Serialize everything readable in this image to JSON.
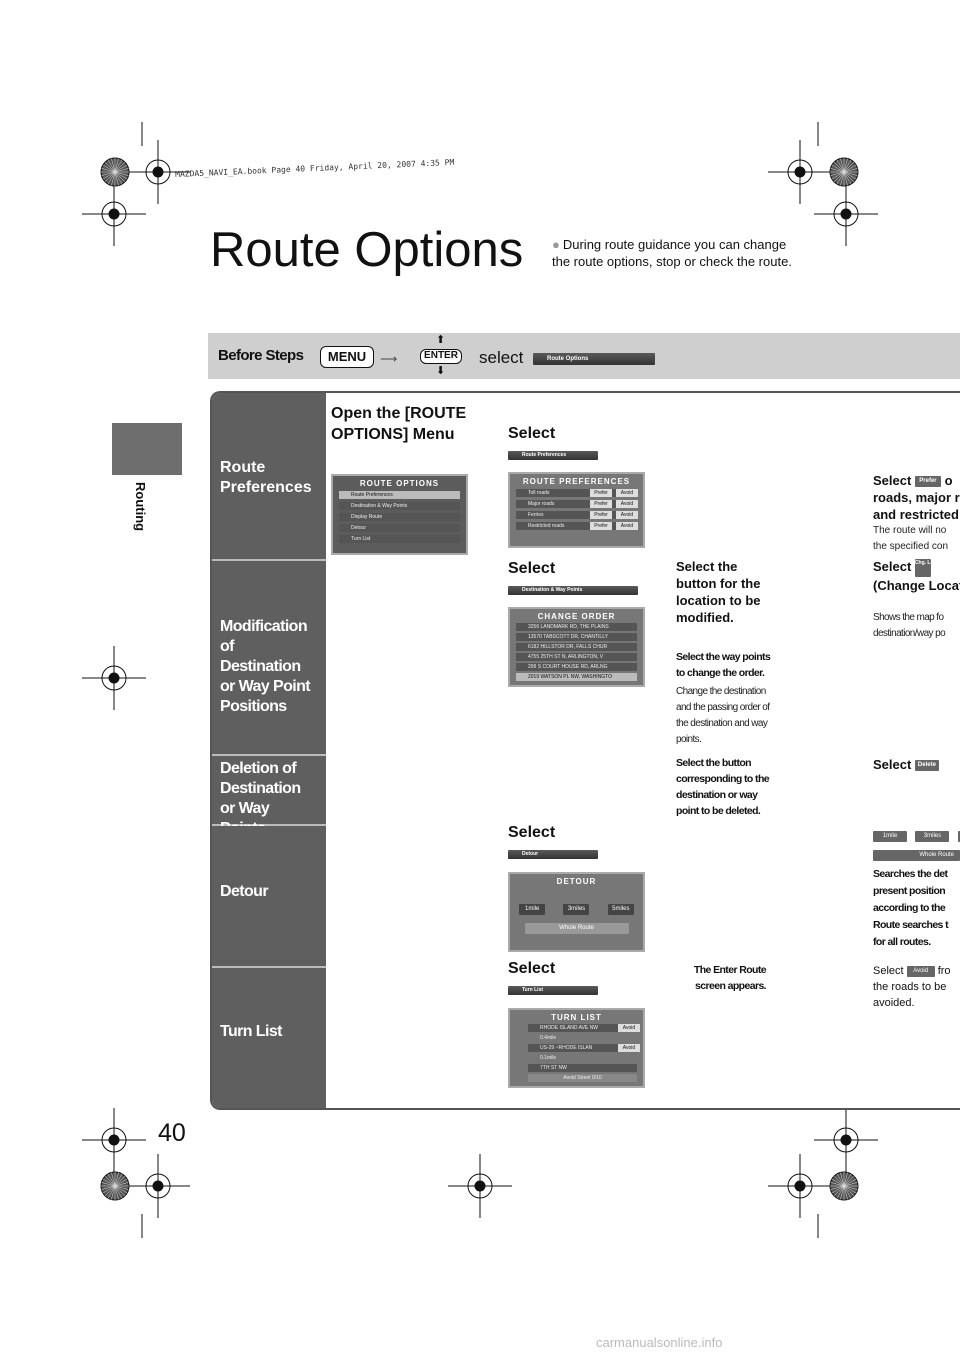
{
  "book_info": "MAZDA5_NAVI_EA.book  Page 40  Friday, April 20, 2007  4:35 PM",
  "side_tab_label": "Routing",
  "title": "Route Options",
  "intro": "During route guidance you can change the route options, stop or check the route.",
  "before_steps": {
    "label": "Before Steps",
    "menu_key": "MENU",
    "enter_key": "ENTER",
    "select_word": "select",
    "menu_bar_label": "Route Options"
  },
  "categories": [
    "Route Preferences",
    "Modification of Destination or Way Point Positions",
    "Deletion of Destination or Way Points",
    "Detour",
    "Turn List"
  ],
  "step1": "Open the [ROUTE OPTIONS] Menu",
  "route_options_screen": {
    "title": "ROUTE OPTIONS",
    "items": [
      "Route Preferences",
      "Destination & Way Points",
      "Display Route",
      "Detour",
      "Turn List"
    ]
  },
  "select_word": "Select",
  "route_prefs_bar": "Route Preferences",
  "route_prefs_screen": {
    "title": "ROUTE PREFERENCES",
    "rows": [
      "Toll roads",
      "Major roads",
      "Ferries",
      "Restricted roads"
    ],
    "prefer": "Prefer",
    "avoid": "Avoid"
  },
  "route_prefs_result": {
    "select": "Select",
    "button": "Prefer",
    "rest": "o",
    "line2": "roads, major r",
    "line3": "and restricted",
    "note1": "The route will no",
    "note2": "the specified con"
  },
  "dest_bar": "Destination & Way Points",
  "change_order_screen": {
    "title": "CHANGE ORDER",
    "rows": [
      "3256 LANDMARK RD, THE PLAINS",
      "13570 TABSCOTT DR, CHANTILLY",
      "6182 HILLSTOR DR, FALLS CHUR",
      "4755 25TH ST N, ARLINGTON, V",
      "299 S COURT HOUSE RD, ARLNG",
      "2019 WATSON PL NW, WASHINGTO"
    ]
  },
  "modify": {
    "label": "Select the button for the location to be modified.",
    "select": "Select",
    "chg_button": "Chg. Loc.",
    "change_location": "(Change Location).",
    "note1": "Shows the map fo",
    "note2": "destination/way po"
  },
  "reorder": {
    "label": "Select the way points to change the order.",
    "note": "Change the destination and the passing order of the destination and way points."
  },
  "delete": {
    "label": "Select the button corresponding to the destination or way point to be deleted.",
    "select": "Select",
    "button": "Delete"
  },
  "detour_bar": "Detour",
  "detour_screen": {
    "title": "DETOUR",
    "buttons": [
      "1mile",
      "3miles",
      "5miles"
    ],
    "whole": "Whole Route"
  },
  "detour_result": {
    "btn1": "1mile",
    "btn2": "3miles",
    "whole": "Whole Route",
    "text": [
      "Searches the det",
      "present position",
      "according to the",
      "Route searches t",
      "for all routes."
    ]
  },
  "turn_list_bar": "Turn List",
  "turn_list_screen": {
    "title": "TURN LIST",
    "rows": [
      "RHODE ISLAND AVE NW",
      "0.4mile",
      "US-29 ~RHODE ISLAN",
      "0.1mile",
      "7TH ST NW"
    ],
    "avoid": "Avoid",
    "footer": "Avoid Street   0/10"
  },
  "enter_route": "The Enter Route screen appears.",
  "avoid_result": {
    "select": "Select",
    "button": "Avoid",
    "rest": "fro",
    "line2": "the roads to be",
    "line3": "avoided."
  },
  "page_number": "40",
  "watermark": "carmanualsonline.info"
}
